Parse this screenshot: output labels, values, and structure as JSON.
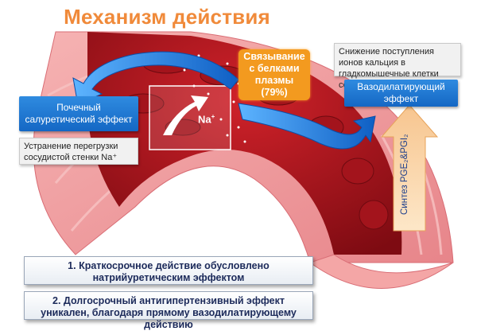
{
  "title": "Механизм действия",
  "boxes": {
    "renal_effect": "Почечный салуретический эффект",
    "overload": "Устранение перегрузки сосудистой стенки Na⁺",
    "binding": "Связывание с белками плазмы (79%)",
    "calcium": "Снижение поступления ионов кальция в гладкомышечные клетки сосудов",
    "vasodilator": "Вазодилатирующий эффект",
    "synthesis": "Синтез PGE₂&PGI₂",
    "sodium": "Na",
    "sodium_sup": "+"
  },
  "notes": [
    "1. Краткосрочное действие обусловлено натрийуретическим эффектом",
    "2. Долгосрочный антигипертензивный эффект уникален, благодаря прямому вазодилатирующему действию"
  ],
  "colors": {
    "title": "#f08a3a",
    "blue_box": "#1f78d1",
    "vessel_red": "#b5121b",
    "vessel_pink": "#f4a0a0",
    "badge_orange": "#f39a1f"
  }
}
